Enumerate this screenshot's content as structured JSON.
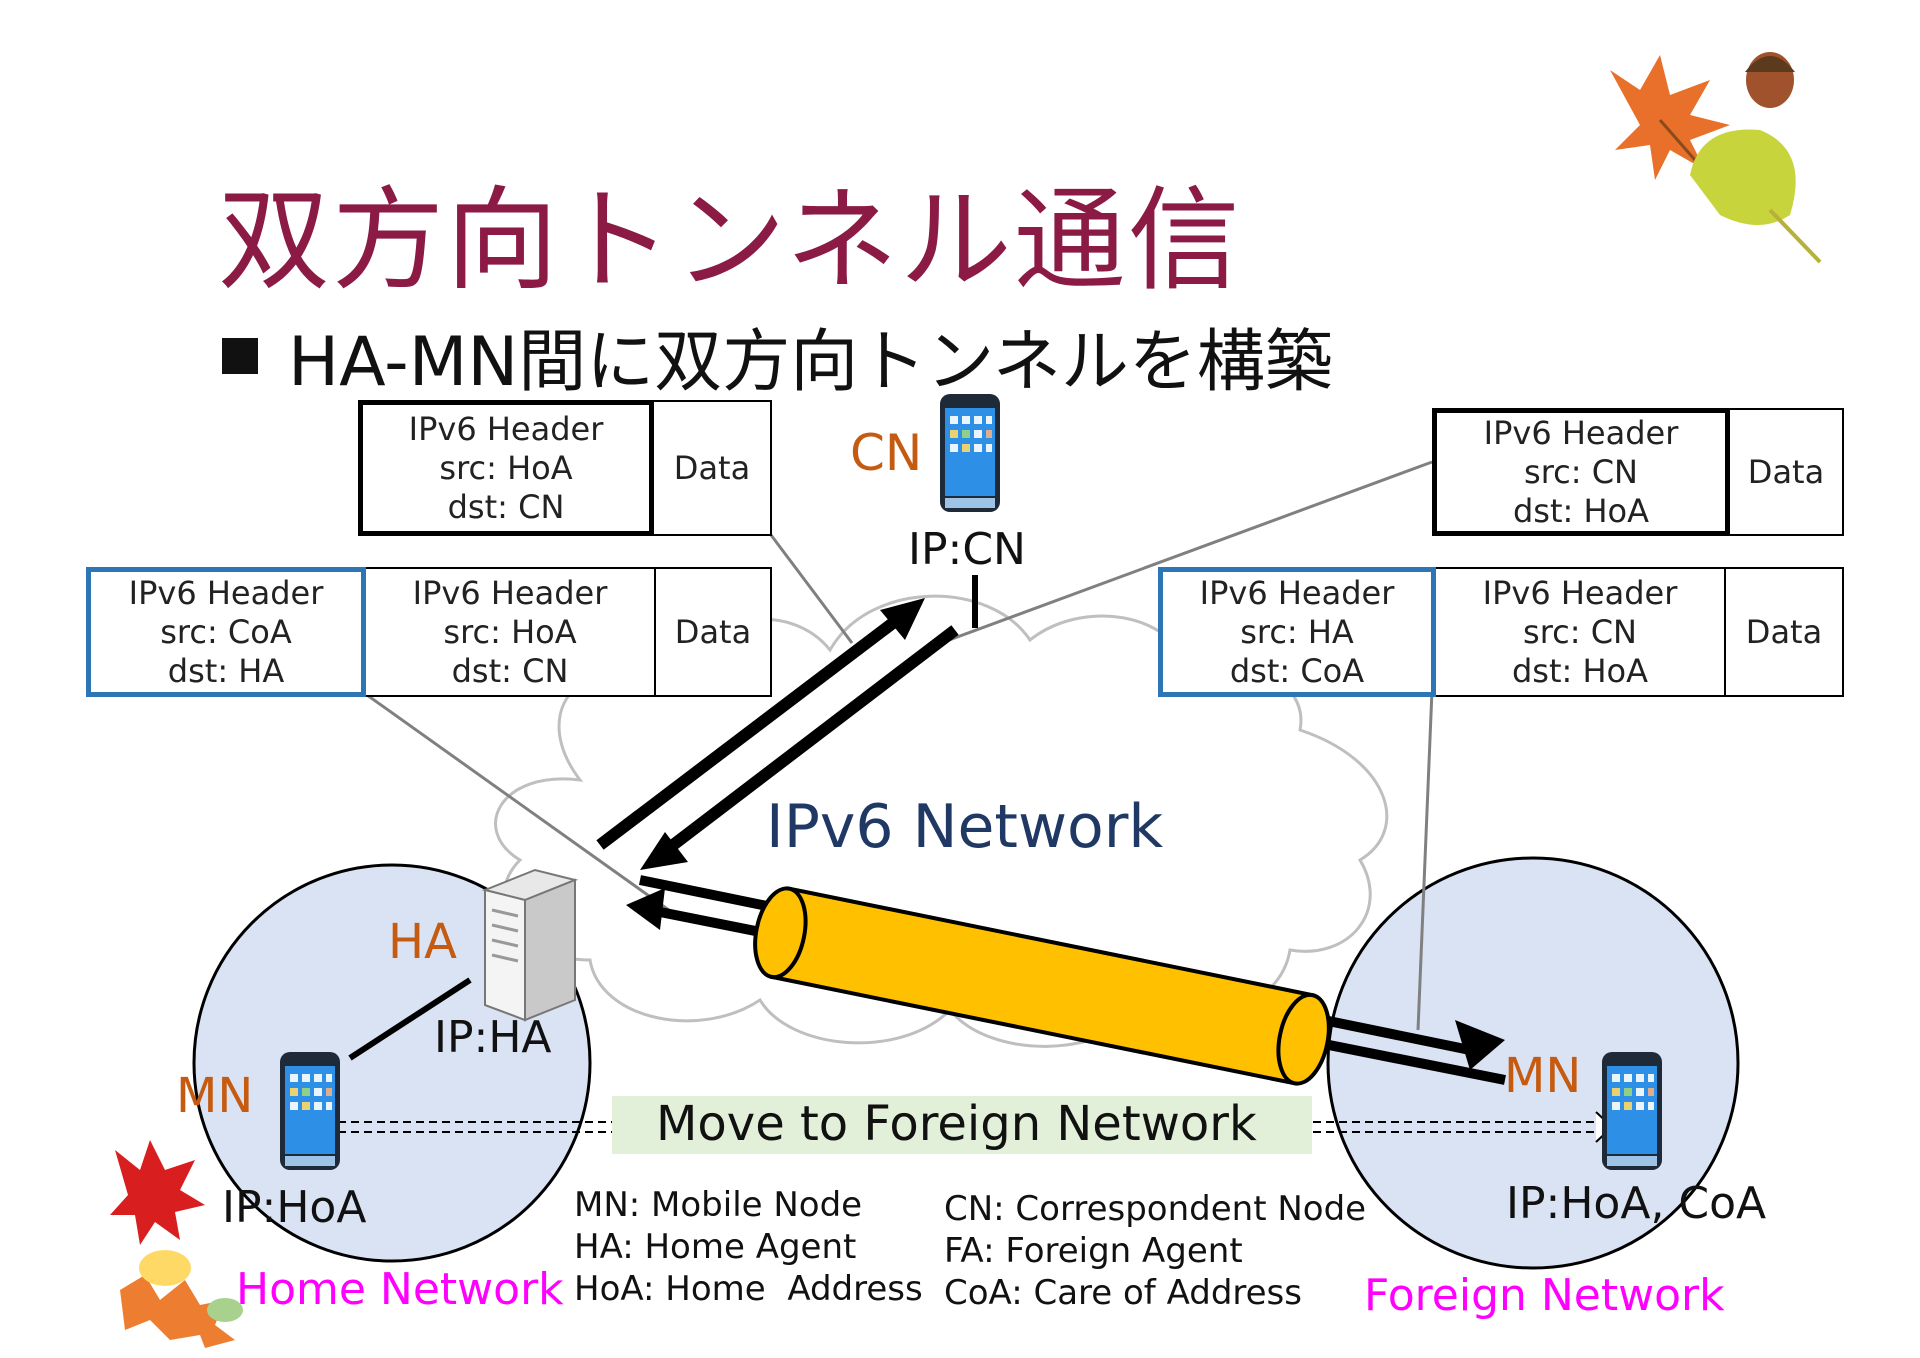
{
  "title": "双方向トンネル通信",
  "bullet": "HA-MN間に双方向トンネルを構築",
  "packets": {
    "top_left": {
      "header": [
        "IPv6 Header",
        "src: HoA",
        "dst: CN"
      ],
      "data": "Data"
    },
    "mid_left": {
      "outer": [
        "IPv6 Header",
        "src: CoA",
        "dst: HA"
      ],
      "inner": [
        "IPv6 Header",
        "src: HoA",
        "dst: CN"
      ],
      "data": "Data"
    },
    "top_right": {
      "header": [
        "IPv6 Header",
        "src: CN",
        "dst: HoA"
      ],
      "data": "Data"
    },
    "mid_right": {
      "outer": [
        "IPv6 Header",
        "src: HA",
        "dst: CoA"
      ],
      "inner": [
        "IPv6 Header",
        "src: CN",
        "dst: HoA"
      ],
      "data": "Data"
    }
  },
  "nodes": {
    "cn_label": "CN",
    "cn_ip": "IP:CN",
    "ha_label": "HA",
    "ha_ip": "IP:HA",
    "mn_home_label": "MN",
    "mn_home_ip": "IP:HoA",
    "mn_foreign_label": "MN",
    "mn_foreign_ip": "IP:HoA, CoA"
  },
  "network_label": "IPv6 Network",
  "move_label": "Move to Foreign Network",
  "home_network": "Home Network",
  "foreign_network": "Foreign Network",
  "legend_left": [
    "MN: Mobile Node",
    "HA: Home Agent",
    "HoA: Home  Address"
  ],
  "legend_right": [
    "CN: Correspondent Node",
    "FA: Foreign Agent",
    "CoA: Care of Address"
  ],
  "colors": {
    "title": "#8b1a44",
    "node_label": "#c55a11",
    "network_label": "#1f3864",
    "network_name": "#ff00ff",
    "outer_header_border": "#2e75b6",
    "tunnel": "#ffc000",
    "circle_fill": "#dae3f3",
    "move_band": "#e2f0d9"
  }
}
